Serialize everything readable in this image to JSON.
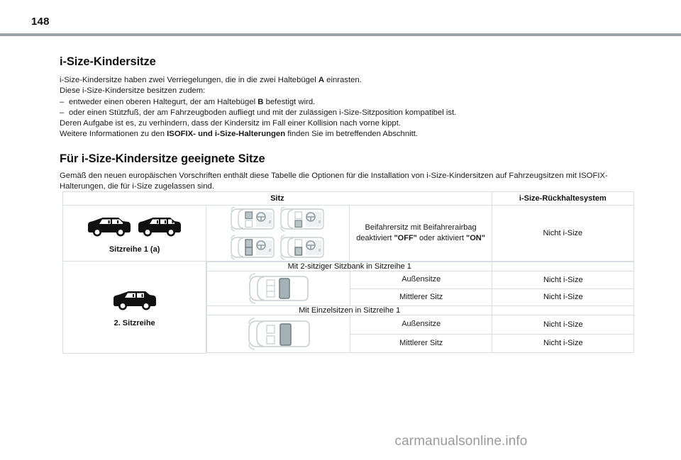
{
  "page": {
    "number": "148",
    "watermark": "carmanualsonline.info"
  },
  "sections": {
    "child_seats": {
      "title": "i-Size-Kindersitze",
      "lines": [
        {
          "text_before": "i-Size-Kindersitze haben zwei Verriegelungen, die in die zwei Haltebügel ",
          "bold": "A",
          "text_after": " einrasten."
        },
        {
          "text_before": "Diese i-Size-Kindersitze besitzen zudem:",
          "bold": "",
          "text_after": ""
        }
      ],
      "bullets": [
        {
          "dash": "–",
          "text_before": "entweder einen oberen Haltegurt, der am Haltebügel ",
          "bold": "B",
          "text_after": " befestigt wird."
        },
        {
          "dash": "–",
          "text_before": "oder einen Stützfuß, der am Fahrzeugboden aufliegt und mit der zulässigen i-Size-Sitzposition kompatibel ist.",
          "bold": "",
          "text_after": ""
        }
      ],
      "lines_after": [
        {
          "text_before": "Deren Aufgabe ist es, zu verhindern, dass der Kindersitz im Fall einer Kollision nach vorne kippt.",
          "bold": "",
          "text_after": ""
        },
        {
          "text_before": "Weitere Informationen zu den ",
          "bold": "ISOFIX- und i-Size-Halterungen",
          "text_after": " finden Sie im betreffenden Abschnitt."
        }
      ]
    },
    "suitable_seats": {
      "title": "Für i-Size-Kindersitze geeignete Sitze",
      "intro": "Gemäß den neuen europäischen Vorschriften enthält diese Tabelle die Optionen für die Installation von i-Size-Kindersitzen auf Fahrzeugsitzen mit ISOFIX-Halterungen, die für i-Size zugelassen sind."
    }
  },
  "table": {
    "headers": {
      "seat": "Sitz",
      "system": "i-Size-Rückhaltesystem"
    },
    "row1": {
      "vehicle_label": "Sitzreihe 1 (a)",
      "position_before": "Beifahrersitz mit Beifahrerairbag deaktiviert ",
      "position_bold1": "\"OFF\"",
      "position_mid": " oder aktiviert ",
      "position_bold2": "\"ON\"",
      "system": "Nicht i-Size"
    },
    "row2": {
      "vehicle_label": "2. Sitzreihe",
      "group_a": {
        "title": "Mit 2-sitziger Sitzbank in Sitzreihe 1",
        "system": "",
        "entries": [
          {
            "position": "Außensitze",
            "system": "Nicht i-Size"
          },
          {
            "position": "Mittlerer Sitz",
            "system": "Nicht i-Size"
          }
        ]
      },
      "group_b": {
        "title": "Mit Einzelsitzen in Sitzreihe 1",
        "system": "",
        "entries": [
          {
            "position": "Außensitze",
            "system": "Nicht i-Size"
          },
          {
            "position": "Mittlerer Sitz",
            "system": "Nicht i-Size"
          }
        ]
      }
    }
  },
  "colors": {
    "header_rule": "#98a4a8",
    "table_border": "#d7dde0",
    "watermark": "#9b9b9b",
    "diagram_outline": "#c7cfd2",
    "diagram_seat": "#8f9ea2"
  }
}
